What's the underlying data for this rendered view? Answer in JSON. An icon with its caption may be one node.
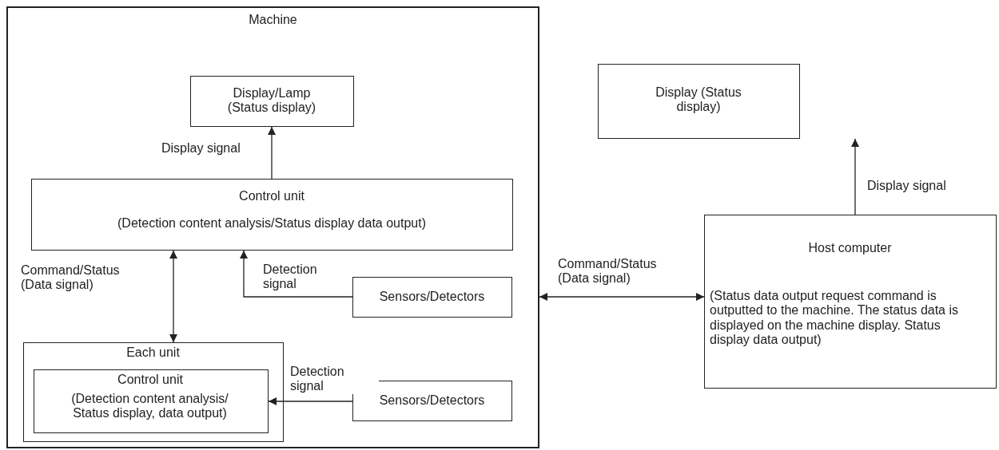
{
  "diagram": {
    "nodes": [
      {
        "text": [
          "Machine"
        ]
      },
      {
        "text": [
          "Display/Lamp (Status display)"
        ],
        "in": 0
      },
      {
        "text": [
          "Control unit",
          "(Detection content analysis/Status display data output)"
        ],
        "in": 0
      },
      {
        "text": [
          "Sensors/Detectors"
        ],
        "in": 0
      },
      {
        "text": [
          "Each unit"
        ],
        "in": 0
      },
      {
        "text": [
          "Control unit",
          "(Detection content analysis/ Status display, data output)"
        ],
        "in": 4
      },
      {
        "text": [
          "Sensors/Detectors"
        ],
        "in": 0
      },
      {
        "text": [
          "Display (Status display)"
        ]
      },
      {
        "text": [
          "Host computer",
          "(Status data output request command is outputted to the machine. The status data is displayed on the machine display. Status display data output)"
        ]
      }
    ],
    "edges": [
      {
        "from": 2,
        "to": 1,
        "arrow": "to",
        "label": "Display signal"
      },
      {
        "from": 4,
        "to": 2,
        "arrow": "both",
        "label": "Command/Status (Data signal)"
      },
      {
        "from": 3,
        "to": 2,
        "arrow": "to",
        "label": "Detection signal"
      },
      {
        "from": 6,
        "to": 5,
        "arrow": "to",
        "label": "Detection signal"
      },
      {
        "from": 8,
        "to": 7,
        "arrow": "to",
        "label": "Display signal"
      },
      {
        "from": 0,
        "to": 8,
        "arrow": "both",
        "label": "Command/Status (Data signal)"
      }
    ]
  }
}
